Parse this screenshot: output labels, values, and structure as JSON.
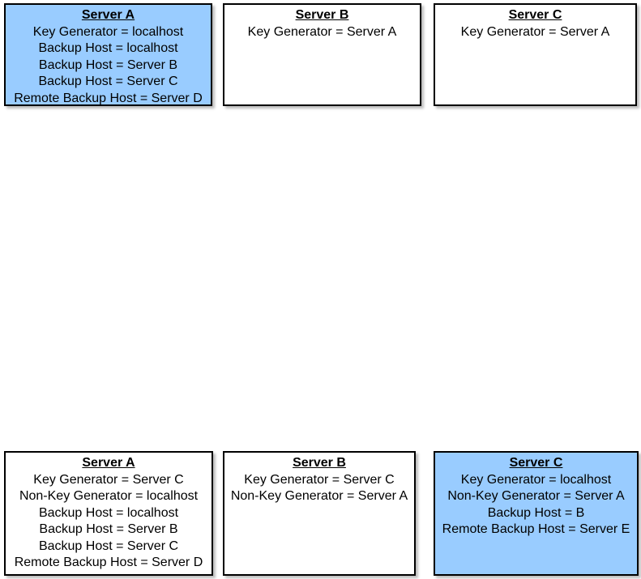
{
  "colors": {
    "highlight_fill": "#99CCFF",
    "plain_fill": "#FFFFFF",
    "border": "#000000",
    "shadow": "#BDBDBD",
    "text": "#000000"
  },
  "rows": [
    {
      "name": "top",
      "boxes": [
        {
          "title": "Server A",
          "highlighted": true,
          "lines": [
            "Key Generator = localhost",
            "Backup Host = localhost",
            "Backup Host = Server B",
            "Backup Host = Server C",
            "Remote Backup Host = Server D"
          ]
        },
        {
          "title": "Server B",
          "highlighted": false,
          "lines": [
            "Key Generator = Server A"
          ]
        },
        {
          "title": "Server C",
          "highlighted": false,
          "lines": [
            "Key Generator = Server A"
          ]
        }
      ]
    },
    {
      "name": "bottom",
      "boxes": [
        {
          "title": "Server A",
          "highlighted": false,
          "lines": [
            "Key Generator = Server C",
            "Non-Key Generator = localhost",
            "Backup Host = localhost",
            "Backup Host = Server B",
            "Backup Host = Server C",
            "Remote Backup Host = Server D"
          ]
        },
        {
          "title": "Server B",
          "highlighted": false,
          "lines": [
            "Key Generator = Server C",
            "Non-Key Generator = Server A"
          ]
        },
        {
          "title": "Server C",
          "highlighted": true,
          "lines": [
            "Key Generator = localhost",
            "Non-Key Generator = Server A",
            "Backup Host = B",
            "Remote Backup Host = Server E"
          ]
        }
      ]
    }
  ]
}
